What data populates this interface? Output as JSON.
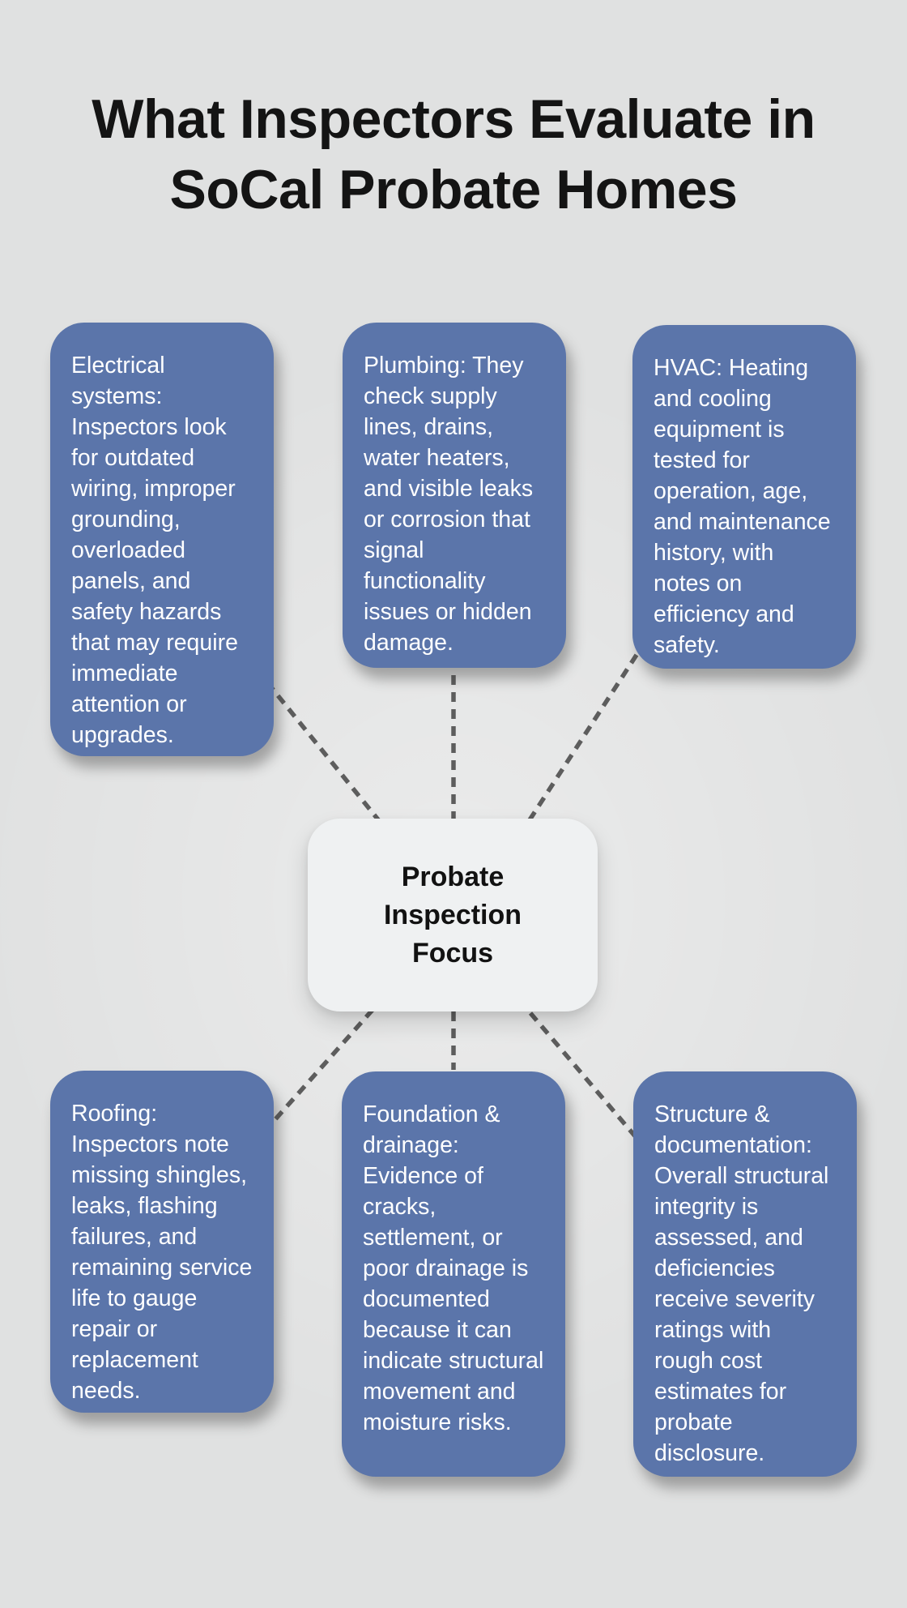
{
  "title": {
    "line1": "What Inspectors Evaluate in",
    "line2": "SoCal Probate Homes"
  },
  "center_node": {
    "label": "Probate Inspection Focus"
  },
  "branches": [
    {
      "id": "electrical",
      "text": "Electrical systems: Inspectors look for outdated wiring, improper grounding, overloaded panels, and safety hazards that may require immediate attention or upgrades."
    },
    {
      "id": "plumbing",
      "text": "Plumbing: They check supply lines, drains, water heaters, and visible leaks or corrosion that signal functionality issues or hidden damage."
    },
    {
      "id": "hvac",
      "text": "HVAC: Heating and cooling equipment is tested for operation, age, and maintenance history, with notes on efficiency and safety."
    },
    {
      "id": "roofing",
      "text": "Roofing: Inspectors note missing shingles, leaks, flashing failures, and remaining service life to gauge repair or replacement needs."
    },
    {
      "id": "foundation",
      "text": "Foundation & drainage: Evidence of cracks, settlement, or poor drainage is documented because it can indicate structural movement and moisture risks."
    },
    {
      "id": "structure",
      "text": "Structure & documentation: Overall structural integrity is assessed, and deficiencies receive severity ratings with rough cost estimates for probate disclosure."
    }
  ],
  "colors": {
    "background": "#e0e1e1",
    "card": "#5b75aa",
    "card_text": "#ffffff",
    "center_bg": "#eff1f2",
    "center_text": "#121212",
    "title": "#141414",
    "connector": "#5d5d5d"
  }
}
